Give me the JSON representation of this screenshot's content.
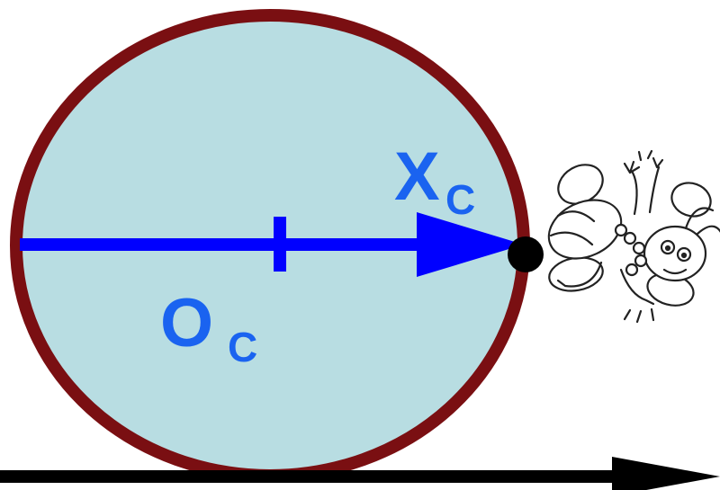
{
  "diagram": {
    "circle": {
      "fill_color": "#b8dde2",
      "stroke_color": "#7a0f12"
    },
    "axis": {
      "color": "#0000ff",
      "arrowhead": "right"
    },
    "point_color": "#000000",
    "labels": {
      "x_main": "X",
      "x_sub": "C",
      "o_main": "O",
      "o_sub": "C",
      "label_color": "#1a63f0"
    },
    "figure": {
      "icon": "cartoon-bee-icon",
      "description_visible": false
    },
    "ground": {
      "color": "#000000",
      "arrowhead": "right"
    }
  }
}
